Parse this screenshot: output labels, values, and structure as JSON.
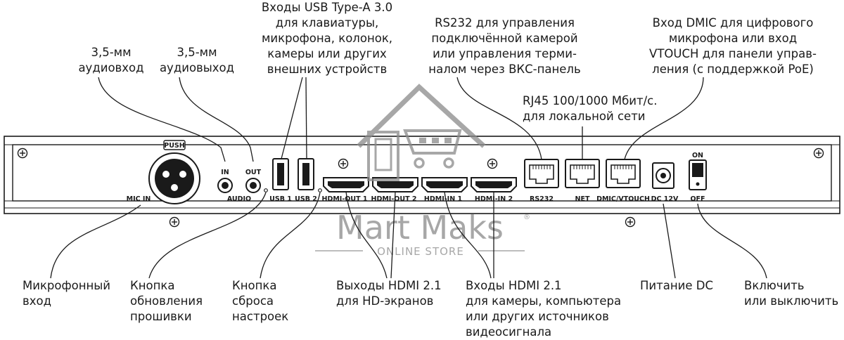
{
  "callouts": {
    "audio_in": "3,5-мм\nаудиовход",
    "audio_out": "3,5-мм\nаудиовыход",
    "usb": "Входы USB Type-A 3.0\nдля клавиатуры,\nмикрофона, колонок,\nкамеры или других\nвнешних устройств",
    "rs232": "RS232 для управления\nподключённой камерой\nили управления терми-\nналом через ВКС-панель",
    "dmic": "Вход DMIC для цифрового\nмикрофона или вход\nVTOUCH для панели управ-\nления (с поддержкой PoE)",
    "rj45": "RJ45 100/1000 Мбит/с.\nдля локальной сети",
    "mic": "Микрофонный\nвход",
    "firmware": "Кнопка\nобновления\nпрошивки",
    "reset": "Кнопка\nсброса\nнастроек",
    "hdmi_out": "Выходы HDMI 2.1\nдля HD-экранов",
    "hdmi_in": "Входы HDMI 2.1\nдля камеры, компьютера\nили других источников\nвидеосигнала",
    "dc": "Питание DC",
    "power": "Включить\nили выключить"
  },
  "panel_labels": {
    "push": "PUSH",
    "mic_in": "MIC IN",
    "in": "IN",
    "out": "OUT",
    "audio": "AUDIO",
    "usb1": "USB 1",
    "usb2": "USB 2",
    "hdmi_out1": "HDMI-OUT 1",
    "hdmi_out2": "HDMI-OUT 2",
    "hdmi_in1": "HDMI-IN 1",
    "hdmi_in2": "HDMI-IN 2",
    "rs232": "RS232",
    "net": "NET",
    "dmic": "DMIC/VTOUCH",
    "dc12v": "DC 12V",
    "on": "ON",
    "off": "OFF"
  },
  "watermark": {
    "brand": "Mart Maks",
    "registered": "®",
    "tagline": "ONLINE STORE"
  },
  "colors": {
    "line": "#1a1a1a",
    "panel_fill": "#f4f4f4",
    "watermark": "#8a8a8a"
  }
}
